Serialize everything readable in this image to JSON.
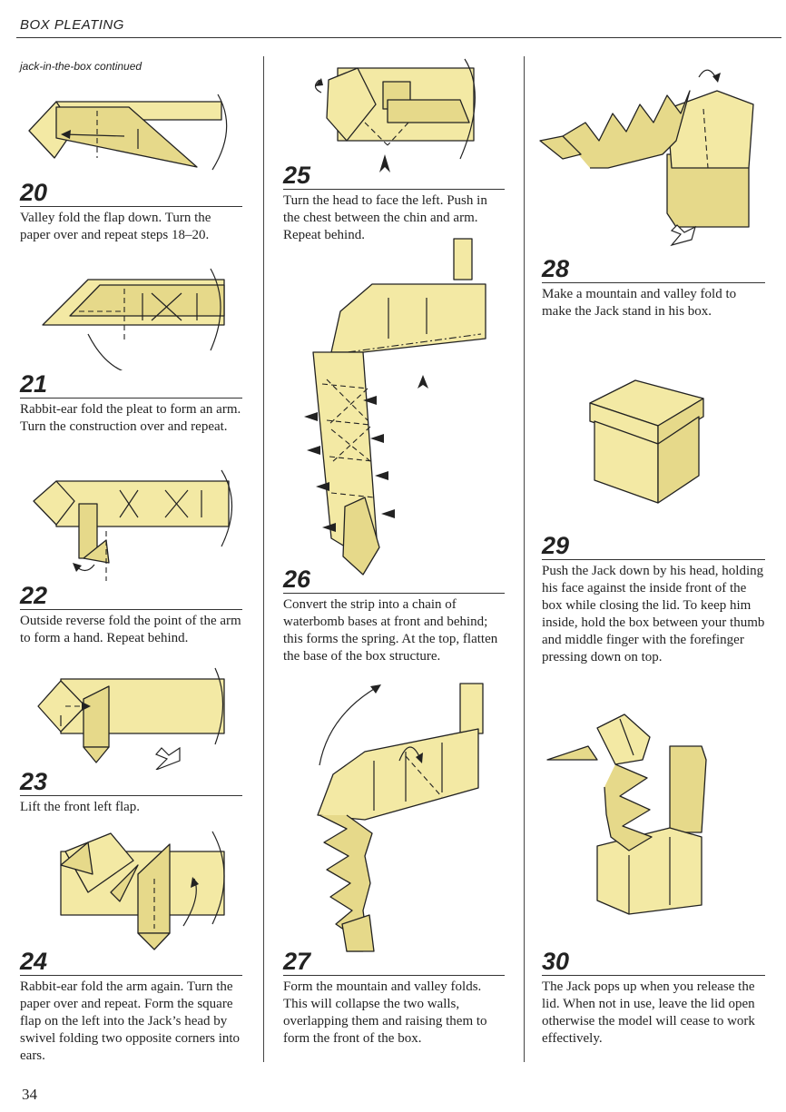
{
  "header": {
    "section_title": "BOX PLEATING",
    "subtitle": "jack-in-the-box continued"
  },
  "page_number": "34",
  "steps": [
    {
      "number": "20",
      "text": "Valley fold the flap down. Turn the paper over and repeat steps 18–20."
    },
    {
      "number": "21",
      "text": "Rabbit-ear fold the pleat to form an arm. Turn the construction over and repeat."
    },
    {
      "number": "22",
      "text": "Outside reverse fold the point of the arm to form a hand. Repeat behind."
    },
    {
      "number": "23",
      "text": "Lift the front left flap."
    },
    {
      "number": "24",
      "text": "Rabbit-ear fold the arm again. Turn the paper over and repeat. Form the square flap on the left into the Jack’s head by swivel folding two opposite corners into ears."
    },
    {
      "number": "25",
      "text": "Turn the head to face the left. Push in the chest between the chin and arm. Repeat behind."
    },
    {
      "number": "26",
      "text": "Convert the strip into a chain of waterbomb bases at front and behind; this forms the spring. At the top, flatten the base of the box structure."
    },
    {
      "number": "27",
      "text": "Form the mountain and valley folds. This will collapse the two walls, overlapping them and raising them to form the front of the box."
    },
    {
      "number": "28",
      "text": "Make a mountain and valley fold to make the Jack stand in his box."
    },
    {
      "number": "29",
      "text": "Push the Jack down by his head, holding his face against the inside front of the box while closing the lid. To keep him inside, hold the box between your thumb and middle finger with the forefinger pressing down on top."
    },
    {
      "number": "30",
      "text": "The Jack pops up when you release the lid. When not in use, leave the lid open otherwise the model will cease to work effectively."
    }
  ],
  "colors": {
    "paper": "#f3e9a4",
    "paper_shade": "#e6d98a",
    "ink": "#222222"
  }
}
